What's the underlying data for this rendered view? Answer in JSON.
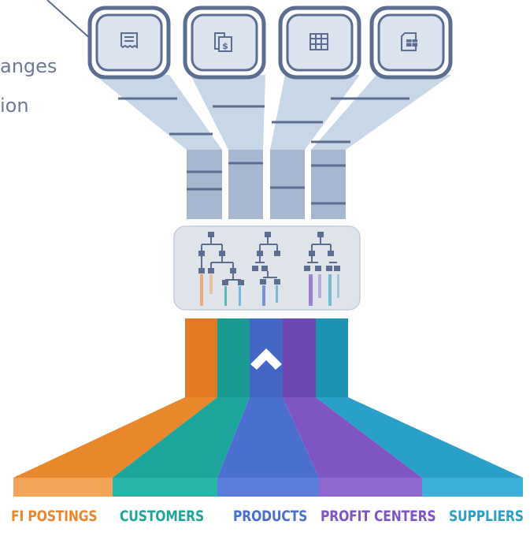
{
  "side_text": {
    "line1": "anges",
    "line2": "ion"
  },
  "icons": [
    {
      "name": "receipt-document-icon"
    },
    {
      "name": "invoice-dollar-icon"
    },
    {
      "name": "spreadsheet-grid-icon"
    },
    {
      "name": "folder-table-icon"
    }
  ],
  "categories": [
    {
      "label": "FI POSTINGS",
      "color": "#e8872c"
    },
    {
      "label": "CUSTOMERS",
      "color": "#1ea59b"
    },
    {
      "label": "PRODUCTS",
      "color": "#4b6fd0"
    },
    {
      "label": "PROFIT CENTERS",
      "color": "#7e55c3"
    },
    {
      "label": "SUPPLIERS",
      "color": "#2a9fc8"
    }
  ],
  "colors": {
    "icon_frame": "#5b6d91",
    "icon_fill": "#dbe3ee",
    "pipe_light": "#c7d7e8",
    "pipe_mid": "#a6b8d0",
    "hierarchy_panel": "#dfe3ea"
  }
}
